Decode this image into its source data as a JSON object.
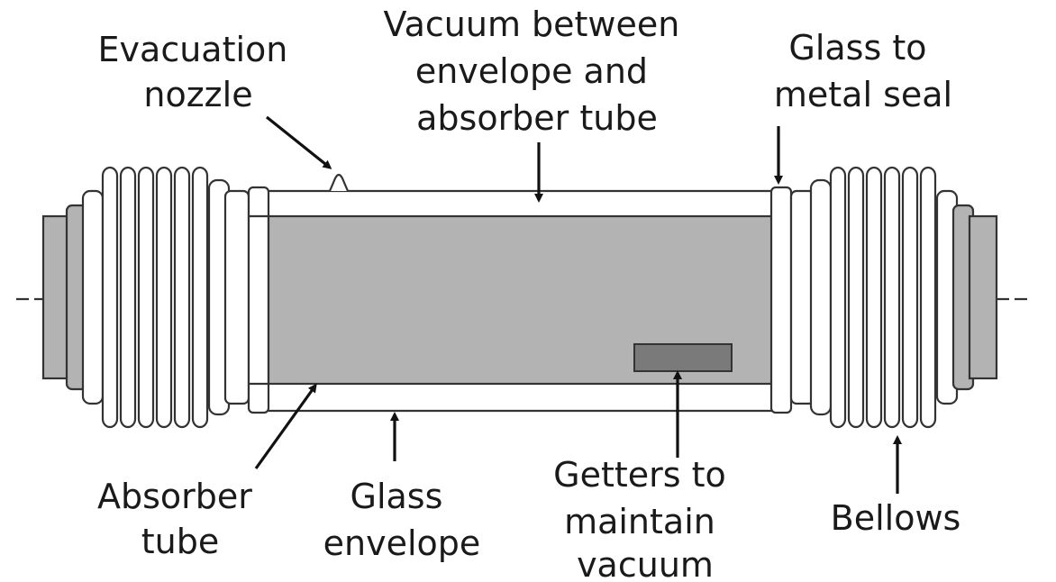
{
  "labels": {
    "evacuation_nozzle": [
      "Evacuation",
      "nozzle"
    ],
    "vacuum": [
      "Vacuum between",
      "envelope and",
      "absorber tube"
    ],
    "glass_to_metal_seal": [
      "Glass to",
      "metal seal"
    ],
    "absorber_tube": [
      "Absorber",
      "tube"
    ],
    "glass_envelope": [
      "Glass",
      "envelope"
    ],
    "getters": [
      "Getters to",
      "maintain",
      "vacuum"
    ],
    "bellows": [
      "Bellows"
    ]
  },
  "colors": {
    "absorber_fill": "#b3b3b3",
    "getter_fill": "#7a7a7a",
    "outline": "#333333",
    "text": "#1a1a1a",
    "background": "#ffffff"
  }
}
